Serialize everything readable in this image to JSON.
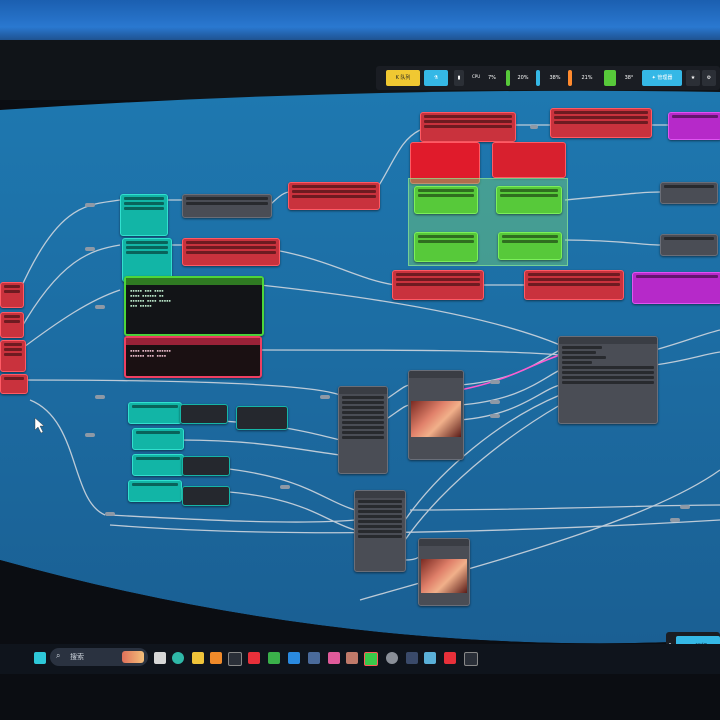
{
  "toolbar": {
    "btn_yellow": "K 队列",
    "cpu_label": "CPU",
    "stats": [
      "7%",
      "20%",
      "38%",
      "21%",
      "38°"
    ],
    "manager": "管理器"
  },
  "taskbar": {
    "search_placeholder": "搜索",
    "run_label": "▷ 运行"
  },
  "colors": {
    "canvas_bg": "#1d6ea3",
    "node_red": "#c9323d",
    "node_teal": "#12b5a6",
    "node_green": "#57c93a",
    "node_magenta": "#b629c9",
    "node_gray": "#4a4d55",
    "accent_blue": "#35b8e6"
  }
}
